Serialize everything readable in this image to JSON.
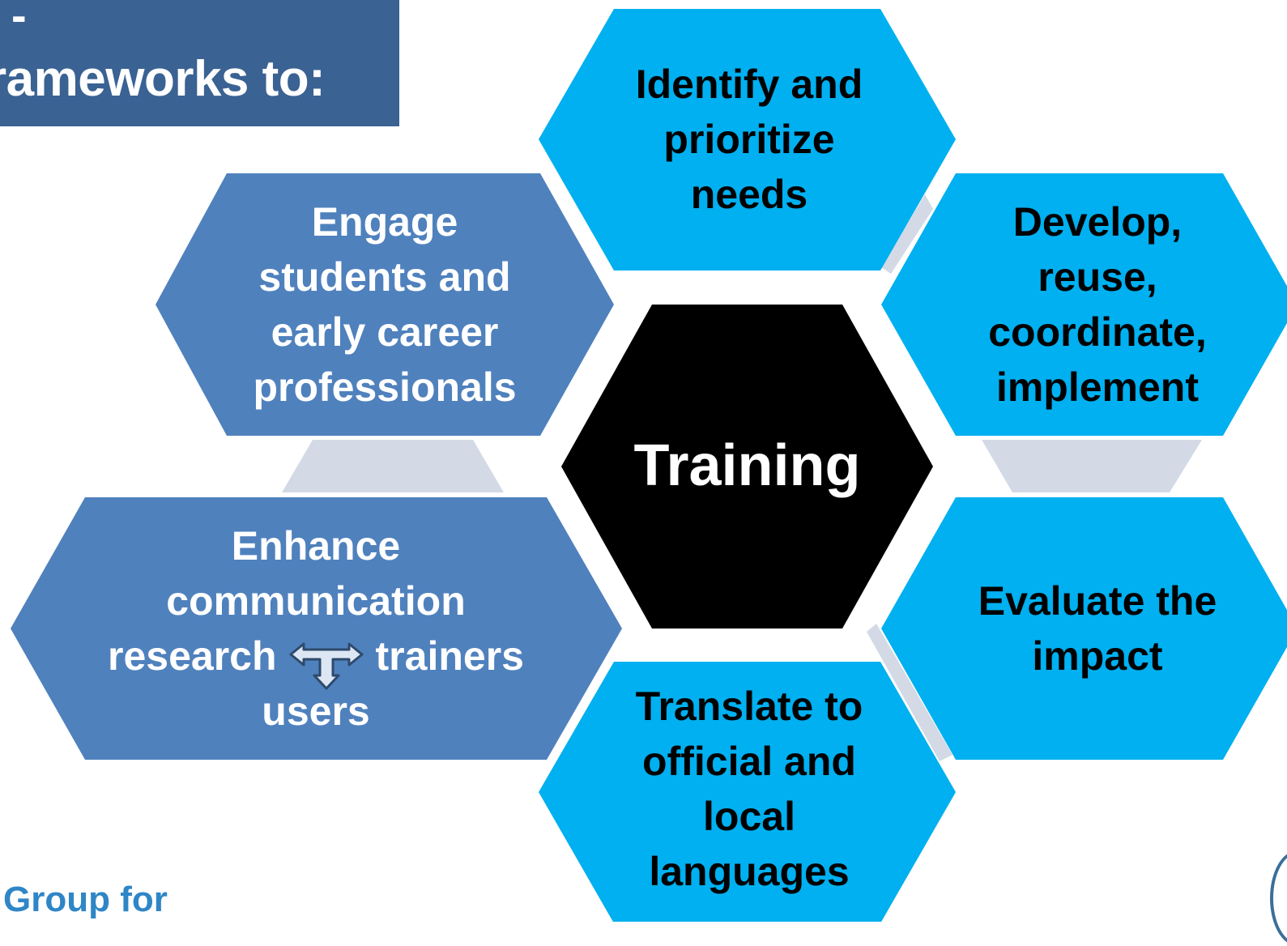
{
  "title_box": {
    "dash": "-",
    "text": "rameworks to:"
  },
  "diagram": {
    "center": {
      "label": "Training",
      "color": "#000000"
    },
    "hexagons": [
      {
        "id": "identify",
        "lines": [
          "Identify and",
          "prioritize",
          "needs"
        ],
        "fill": "#00b0f0",
        "text_color": "#000000"
      },
      {
        "id": "develop",
        "lines": [
          "Develop,",
          "reuse,",
          "coordinate,",
          "implement"
        ],
        "fill": "#00b0f0",
        "text_color": "#000000"
      },
      {
        "id": "evaluate",
        "lines": [
          "Evaluate the",
          "impact"
        ],
        "fill": "#00b0f0",
        "text_color": "#000000"
      },
      {
        "id": "translate",
        "lines": [
          "Translate to",
          "official and",
          "local",
          "languages"
        ],
        "fill": "#00b0f0",
        "text_color": "#000000"
      },
      {
        "id": "enhance",
        "lines": [
          "Enhance",
          "communication",
          "research",
          "trainers",
          "users"
        ],
        "fill": "#4f81bd",
        "text_color": "#ffffff"
      },
      {
        "id": "engage",
        "lines": [
          "Engage",
          "students and",
          "early career",
          "professionals"
        ],
        "fill": "#4f81bd",
        "text_color": "#ffffff"
      }
    ],
    "connector_color": "#d3dae6",
    "arrow_icon": "three-way-arrow-icon"
  },
  "footer": {
    "text": "Group for"
  }
}
